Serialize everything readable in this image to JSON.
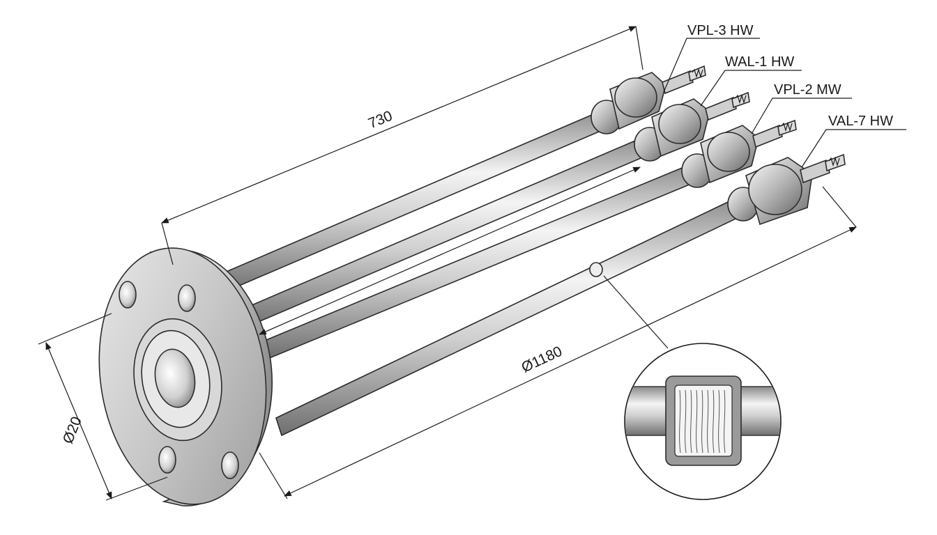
{
  "labels": {
    "l1": "VPL-3 HW",
    "l2": "WAL-1 HW",
    "l3": "VPL-2 MW",
    "l4": "VAL-7  HW"
  },
  "dimensions": {
    "length": "730",
    "long_diameter": "Ø1180",
    "flange_diameter": "Ø20"
  },
  "colors": {
    "line": "#1a1a1a",
    "metal_light": "#f2f2f2",
    "metal_mid": "#bdbdbd",
    "metal_dark": "#7a7a7a"
  }
}
